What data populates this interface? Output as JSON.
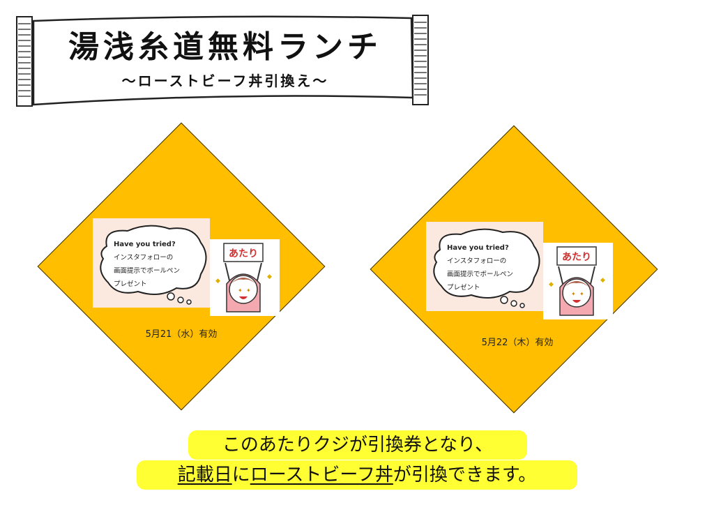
{
  "banner": {
    "title": "湯浅糸道無料ランチ",
    "subtitle": "〜ローストビーフ丼引換え〜"
  },
  "coupons": [
    {
      "bubble_en": "Have you tried?",
      "bubble_line1": "インスタフォローの",
      "bubble_line2": "画面提示でボールペン",
      "bubble_line3": "プレゼント",
      "sign": "あたり",
      "date": "5月21（水）有効"
    },
    {
      "bubble_en": "Have you tried?",
      "bubble_line1": "インスタフォローの",
      "bubble_line2": "画面提示でボールペン",
      "bubble_line3": "プレゼント",
      "sign": "あたり",
      "date": "5月22（木）有効"
    }
  ],
  "note": {
    "line1": "このあたりクジが引換券となり、",
    "line2_part1": "記載日",
    "line2_part2": "に",
    "line2_part3": "ローストビーフ丼",
    "line2_part4": "が引換できます。"
  },
  "colors": {
    "diamond": "#ffbf00",
    "highlight": "#ffff33",
    "card_left": "#fbe9df"
  }
}
